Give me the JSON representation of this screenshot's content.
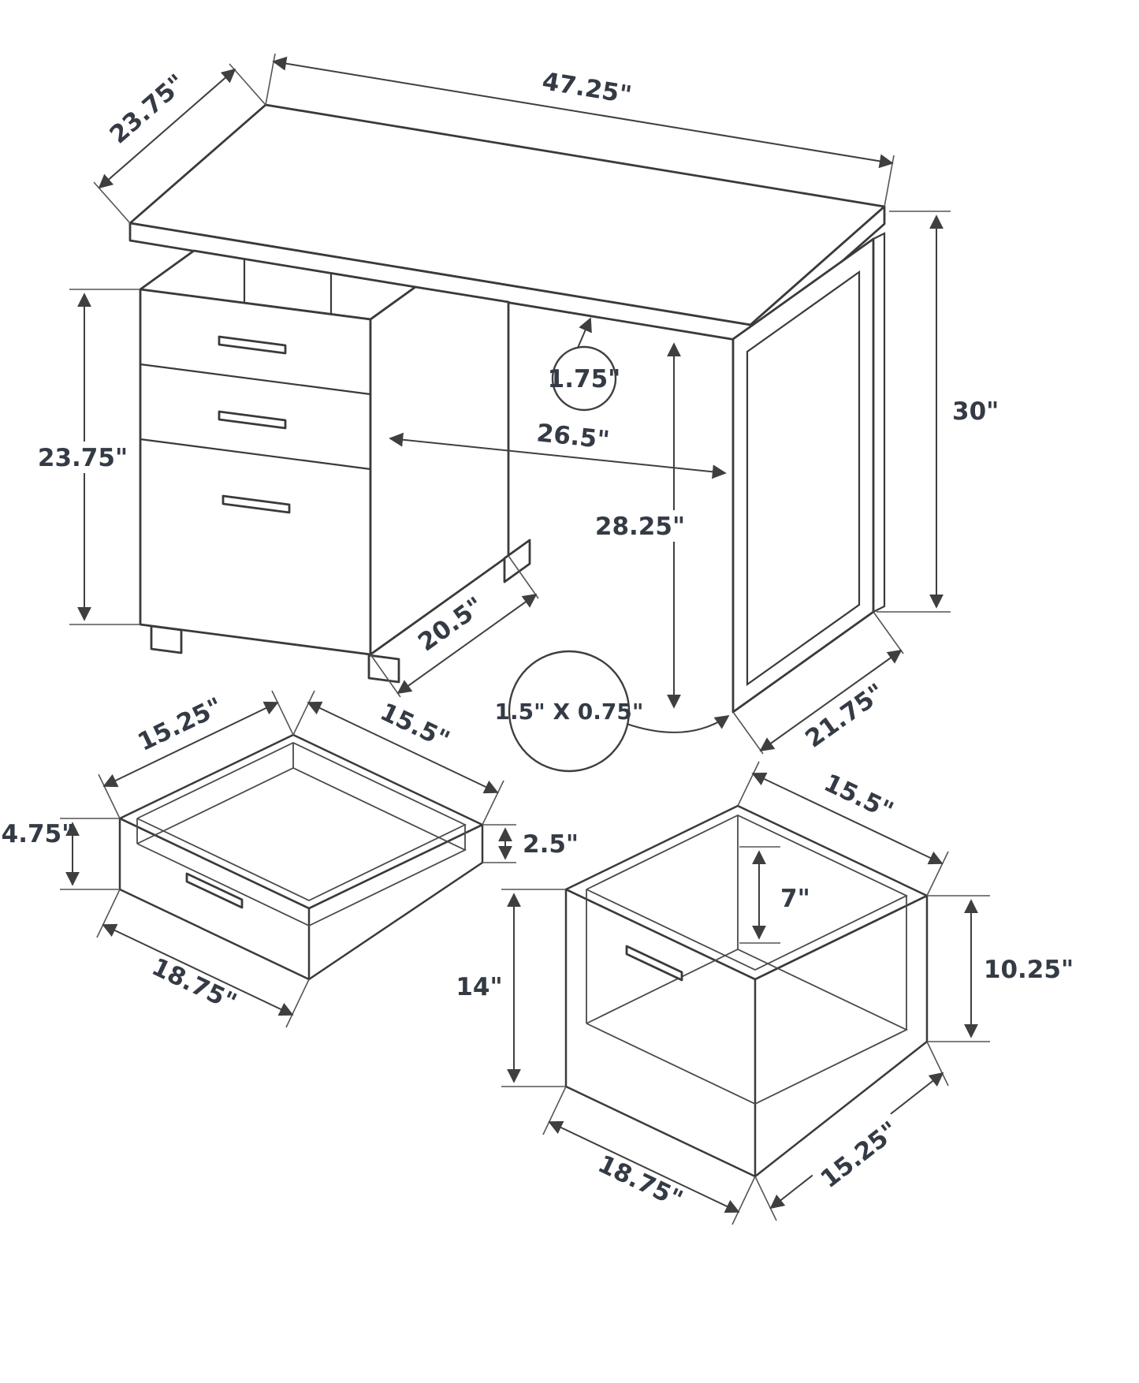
{
  "dims": {
    "desk": {
      "top_depth": "23.75\"",
      "top_width": "47.25\"",
      "pedestal_height": "23.75\"",
      "top_thickness": "1.75\"",
      "knee_space": "26.5\"",
      "under_height": "28.25\"",
      "overall_height": "30\"",
      "pedestal_depth": "20.5\"",
      "leg_base_depth": "21.75\"",
      "leg_tube": "1.5\" X 0.75\""
    },
    "pencil_drawer": {
      "depth": "15.25\"",
      "top_width": "15.5\"",
      "front_height": "4.75\"",
      "back_height": "2.5\"",
      "width": "18.75\""
    },
    "file_drawer": {
      "top_width": "15.5\"",
      "inner_height": "7\"",
      "front_height": "14\"",
      "back_height": "10.25\"",
      "width": "18.75\"",
      "depth": "15.25\""
    }
  }
}
